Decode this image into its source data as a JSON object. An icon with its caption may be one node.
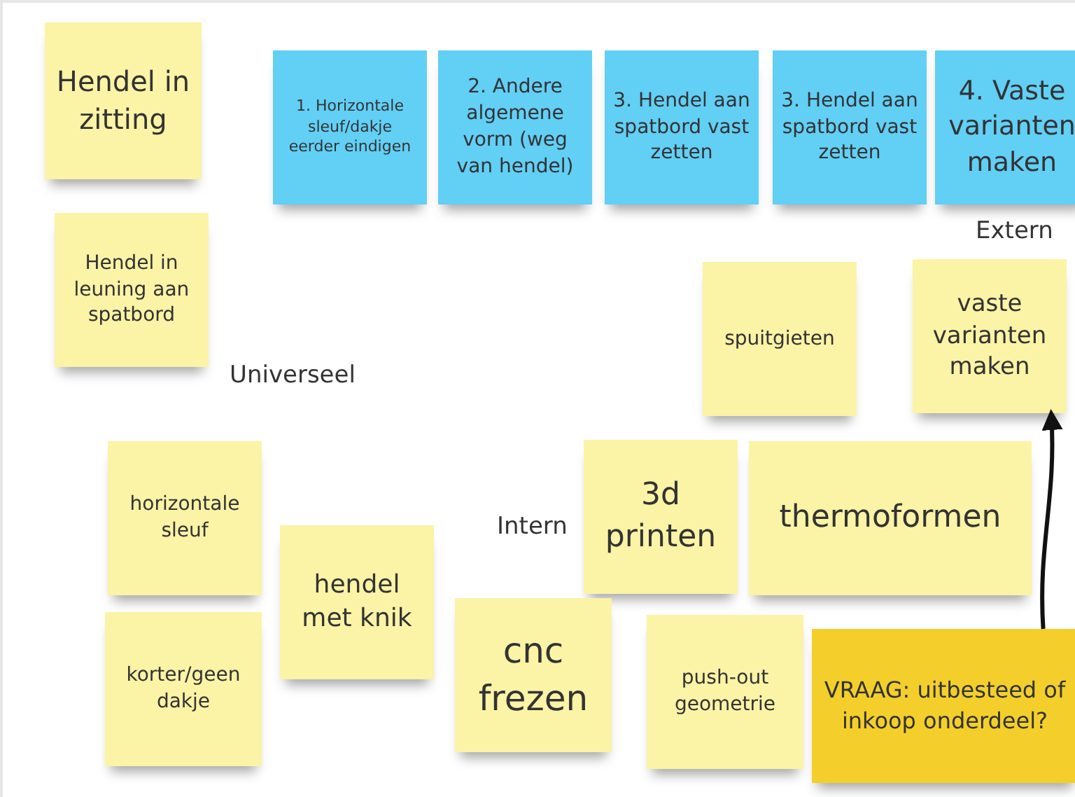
{
  "diagram": {
    "nodes": [
      {
        "text": [
          "Hendel in zitting"
        ]
      },
      {
        "text": [
          "1. Horizontale sleuf/dakje eerder eindigen"
        ]
      },
      {
        "text": [
          "2. Andere algemene vorm (weg van hendel)"
        ]
      },
      {
        "text": [
          "3. Hendel aan spatbord vast zetten"
        ]
      },
      {
        "text": [
          "3. Hendel aan spatbord vast zetten"
        ]
      },
      {
        "text": [
          "4. Vaste varianten maken"
        ]
      },
      {
        "text": [
          "Hendel in leuning aan spatbord"
        ]
      },
      {
        "text": [
          "spuitgieten"
        ]
      },
      {
        "text": [
          "vaste varianten maken"
        ]
      },
      {
        "text": [
          "horizontale sleuf"
        ]
      },
      {
        "text": [
          "3d printen"
        ]
      },
      {
        "text": [
          "thermoformen"
        ]
      },
      {
        "text": [
          "hendel met knik"
        ]
      },
      {
        "text": [
          "cnc frezen"
        ]
      },
      {
        "text": [
          "push-out geometrie"
        ]
      },
      {
        "text": [
          "korter/geen dakje"
        ]
      },
      {
        "text": [
          "VRAAG: uitbesteed of inkoop onderdeel?"
        ]
      }
    ],
    "edges": [
      {
        "from": 16,
        "to": 8,
        "arrow": "to"
      }
    ],
    "labels": [
      "Extern",
      "Universeel",
      "Intern"
    ]
  }
}
